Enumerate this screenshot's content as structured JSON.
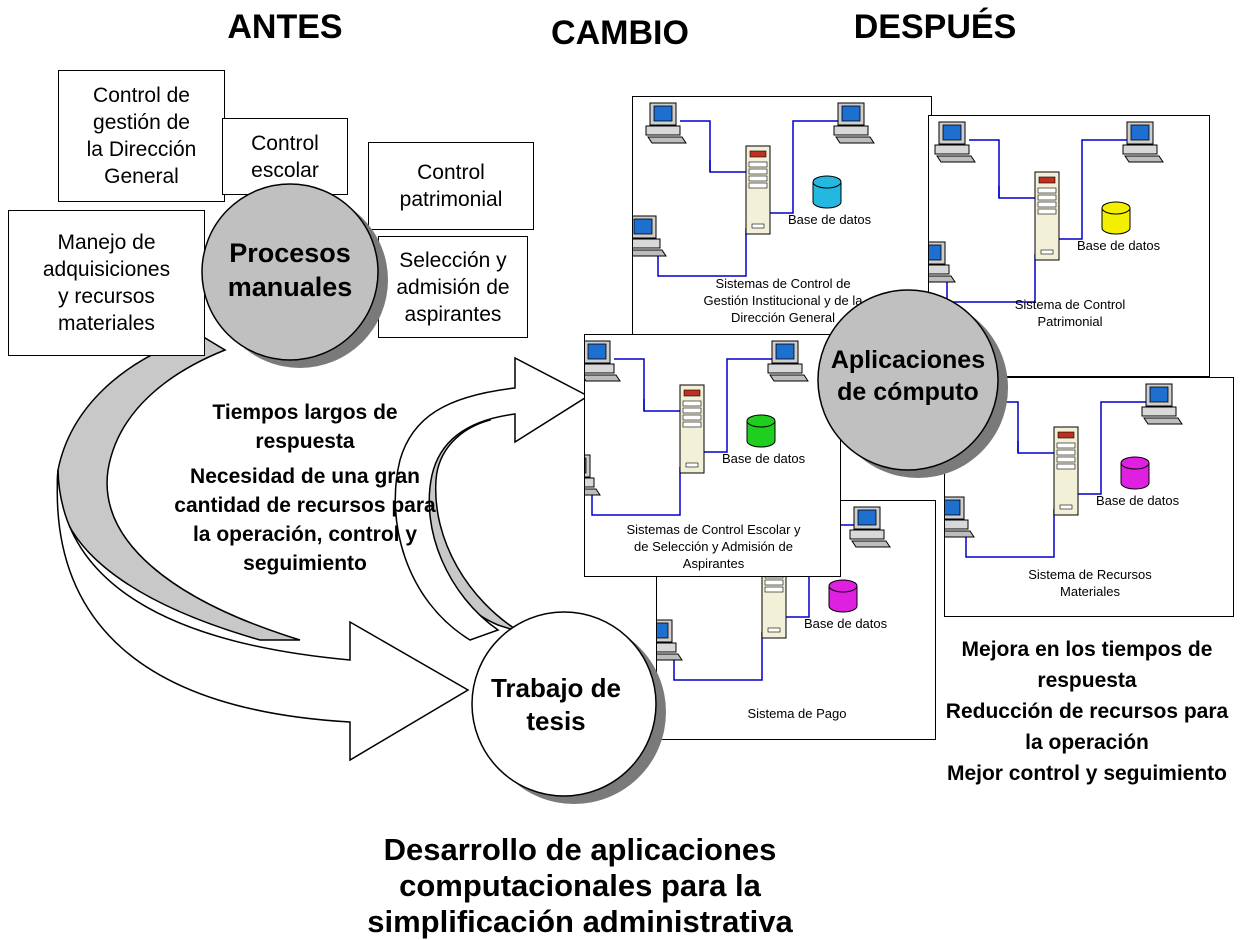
{
  "headers": {
    "before": "ANTES",
    "change": "CAMBIO",
    "after": "DESPUÉS"
  },
  "before_boxes": {
    "control_gestion": "Control de\ngestión de\nla Dirección\nGeneral",
    "control_escolar": "Control\nescolar",
    "control_patrimonial": "Control\npatrimonial",
    "manejo_adquisiciones": "Manejo de\nadquisiciones\ny recursos\nmateriales",
    "seleccion_admision": "Selección y\nadmisión de\naspirantes"
  },
  "circles": {
    "procesos_manuales": "Procesos\nmanuales",
    "aplicaciones_computo": "Aplicaciones\nde cómputo",
    "trabajo_tesis": "Trabajo de\ntesis"
  },
  "before_issues": [
    "Tiempos largos de\nrespuesta",
    "Necesidad de una gran\ncantidad de recursos para\nla operación, control y\nseguimiento"
  ],
  "systems": {
    "db_label": "Base de datos",
    "gestion": "Sistemas de Control de\nGestión Institucional y de la\nDirección General",
    "patrimonial": "Sistema de Control\nPatrimonial",
    "escolar": "Sistemas de Control Escolar y\nde Selección y Admisión de\nAspirantes",
    "recursos": "Sistema de Recursos\nMateriales",
    "pago": "Sistema de Pago"
  },
  "after_benefits": [
    "Mejora en los tiempos de\nrespuesta",
    "Reducción de recursos para\nla operación",
    "Mejor control y seguimiento"
  ],
  "bottom_caption": "Desarrollo de aplicaciones\ncomputacionales para la\nsimplificación administrativa",
  "colors": {
    "db_gestion": "#22b8e0",
    "db_patrimonial": "#f2f000",
    "db_escolar": "#1fcf1f",
    "db_recursos": "#e020e0",
    "db_pago": "#e020e0",
    "link_line": "#0000cc",
    "circle_shadow": "#7a7a7a",
    "circle_gray": "#c0c0c0",
    "arrow_gray": "#c8c8c8"
  }
}
